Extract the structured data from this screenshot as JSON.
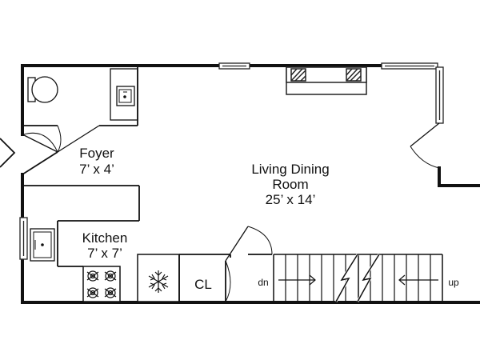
{
  "rooms": {
    "foyer": {
      "name": "Foyer",
      "size": "7’ x 4’"
    },
    "living_dining": {
      "name_line1": "Living Dining",
      "name_line2": "Room",
      "size": "25’ x 14’"
    },
    "kitchen": {
      "name": "Kitchen",
      "size": "7’ x 7’"
    },
    "closet": {
      "name": "CL"
    }
  },
  "stairs": {
    "down_label": "dn",
    "up_label": "up"
  },
  "colors": {
    "wall": "#111111",
    "line": "#222222",
    "background": "#ffffff"
  }
}
